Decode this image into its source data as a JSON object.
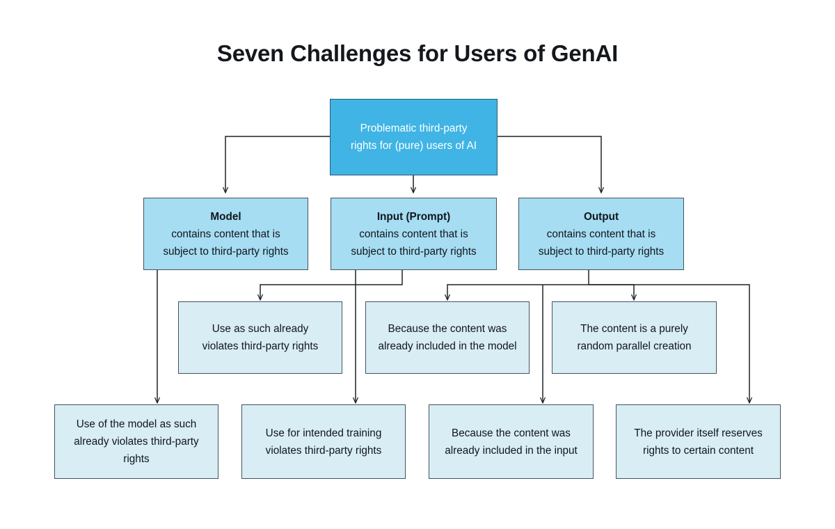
{
  "page": {
    "title": "Seven Challenges for Users of GenAI",
    "background_color": "#ffffff",
    "text_color": "#12161c"
  },
  "palette": {
    "root_fill": "#3fb4e5",
    "root_text": "#ffffff",
    "level2_fill": "#a6ddf2",
    "level3_fill": "#d9edf5",
    "border": "#44525e",
    "connector": "#1d2327"
  },
  "diagram": {
    "type": "flowchart",
    "orientation": "top-down",
    "root": {
      "id": "root",
      "level": 1,
      "lines": [
        "Problematic third-party",
        "rights for (pure) users of AI"
      ]
    },
    "level2": [
      {
        "id": "model",
        "level": 2,
        "heading": "Model",
        "lines": [
          "contains content that is",
          "subject to third-party rights"
        ]
      },
      {
        "id": "input",
        "level": 2,
        "heading": "Input (Prompt)",
        "lines": [
          "contains content that is",
          "subject to third-party rights"
        ]
      },
      {
        "id": "output",
        "level": 2,
        "heading": "Output",
        "lines": [
          "contains content that is",
          "subject to third-party rights"
        ]
      }
    ],
    "level3_upper": [
      {
        "id": "leaf-use-as-such",
        "level": 3,
        "parent": "input",
        "lines": [
          "Use as such already",
          "violates third-party rights"
        ]
      },
      {
        "id": "leaf-included-model",
        "level": 3,
        "parent": "output",
        "lines": [
          "Because the content was",
          "already included in the model"
        ]
      },
      {
        "id": "leaf-random-parallel",
        "level": 3,
        "parent": "output",
        "lines": [
          "The content is a purely",
          "random parallel creation"
        ]
      }
    ],
    "level3_lower": [
      {
        "id": "leaf-use-of-model",
        "level": 3,
        "parent": "model",
        "lines": [
          "Use of the model as such",
          "already violates third-party",
          "rights"
        ]
      },
      {
        "id": "leaf-intended-training",
        "level": 3,
        "parent": "input",
        "lines": [
          "Use for intended training",
          "violates third-party rights"
        ]
      },
      {
        "id": "leaf-included-input",
        "level": 3,
        "parent": "output",
        "lines": [
          "Because the content was",
          "already included in the input"
        ]
      },
      {
        "id": "leaf-provider-reserves",
        "level": 3,
        "parent": "output",
        "lines": [
          "The provider itself reserves",
          "rights to certain content"
        ]
      }
    ]
  }
}
